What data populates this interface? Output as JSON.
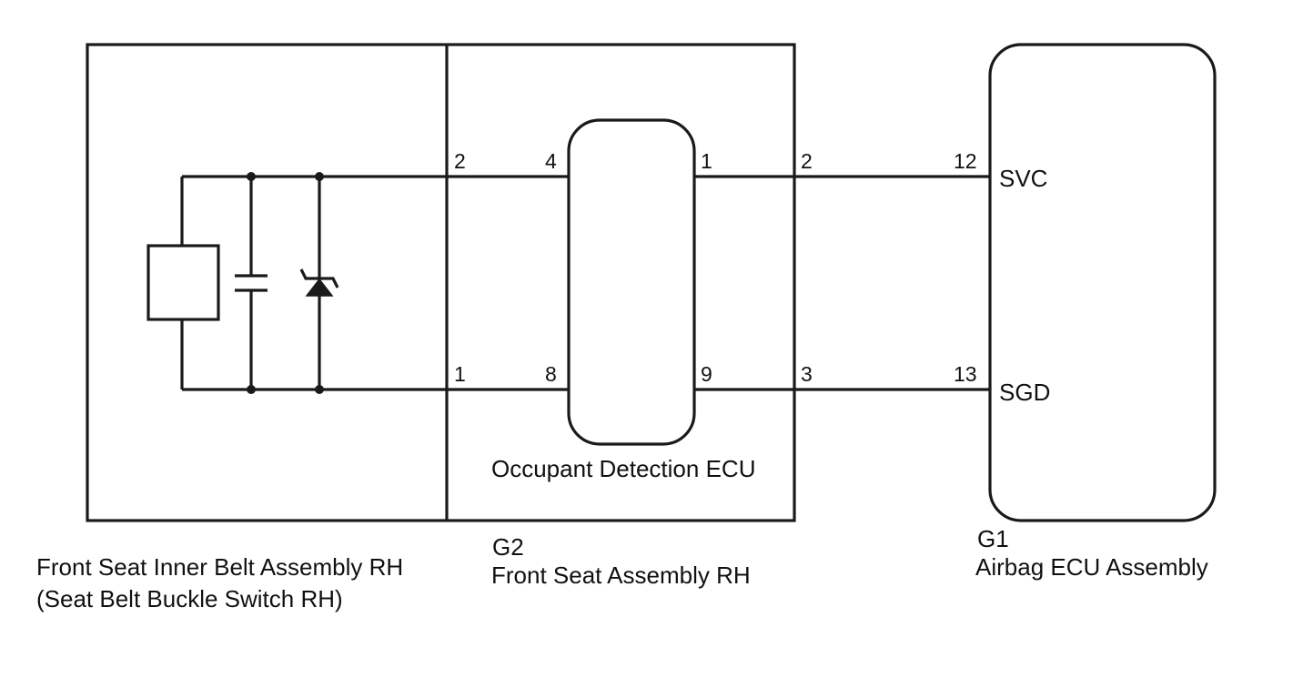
{
  "colors": {
    "line": "#1a1a1a",
    "text": "#111111",
    "background": "#ffffff"
  },
  "labels": {
    "buckle_switch_line1": "Front Seat Inner Belt Assembly RH",
    "buckle_switch_line2": "(Seat Belt Buckle Switch RH)",
    "front_seat_code": "G2",
    "front_seat_name": "Front Seat Assembly RH",
    "occupant_ecu": "Occupant Detection ECU",
    "airbag_code": "G1",
    "airbag_name": "Airbag ECU Assembly"
  },
  "pins": {
    "seat_top": "2",
    "seat_bottom": "1",
    "ecu_left_top": "4",
    "ecu_left_bottom": "8",
    "ecu_right_top": "1",
    "ecu_right_bottom": "9",
    "seat_out_top": "2",
    "seat_out_bottom": "3",
    "airbag_top": "12",
    "airbag_bottom": "13"
  },
  "terminals": {
    "top": "SVC",
    "bottom": "SGD"
  }
}
